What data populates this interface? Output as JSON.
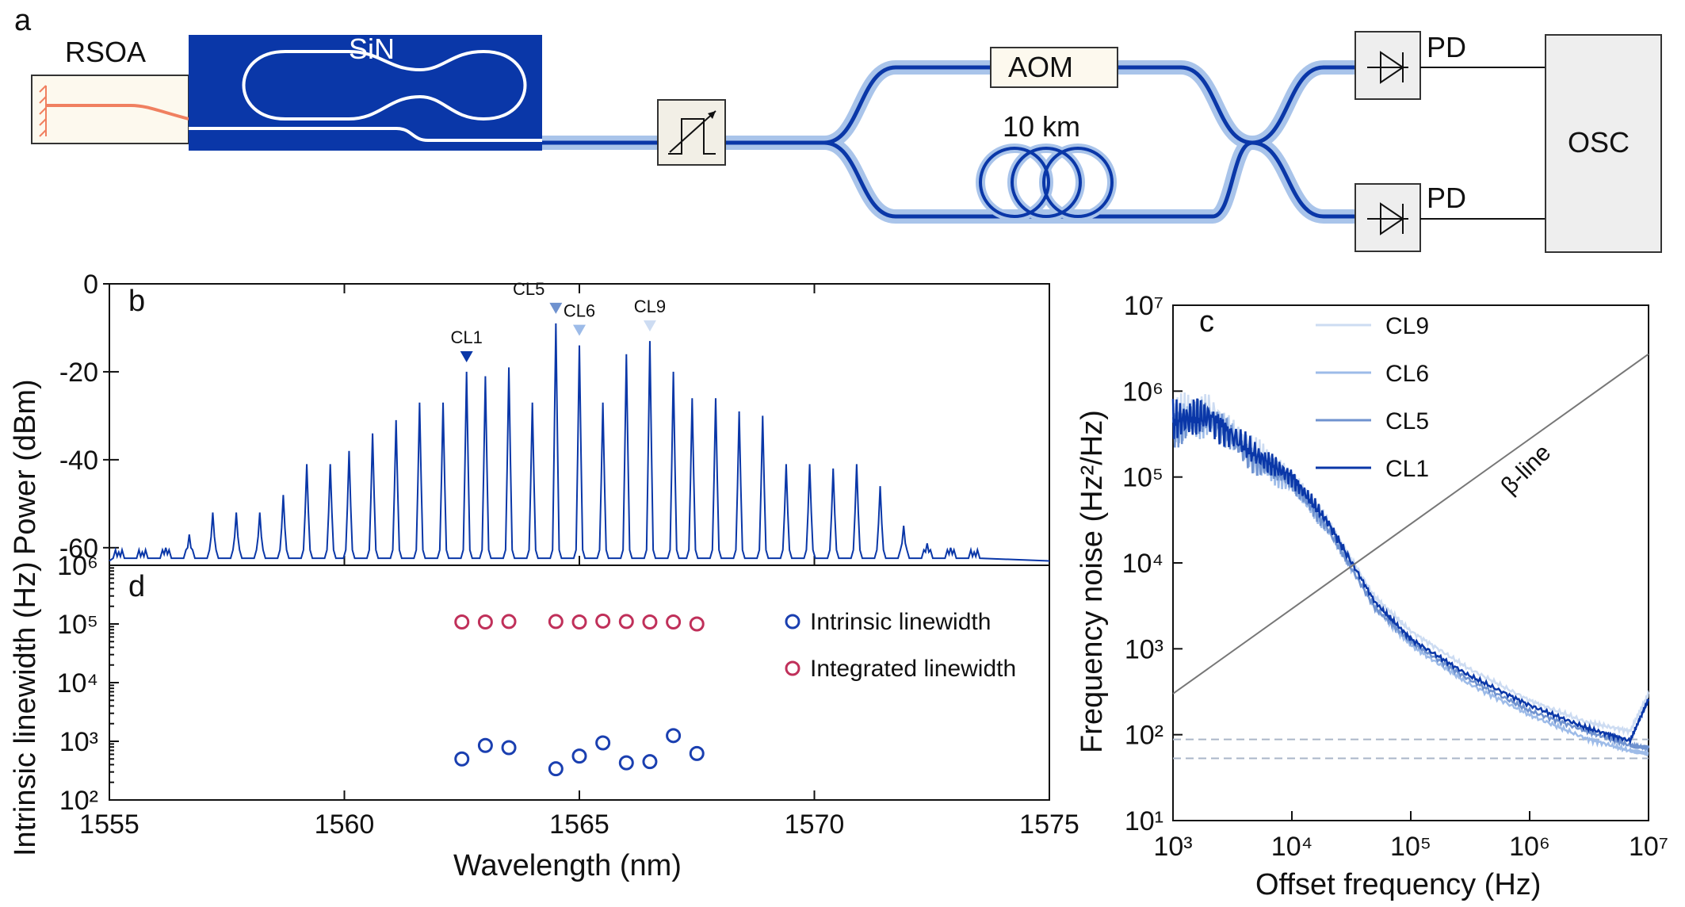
{
  "panel_labels": {
    "a": "a",
    "b": "b",
    "c": "c",
    "d": "d"
  },
  "schematic": {
    "rsoa": "RSOA",
    "sin": "SiN",
    "aom": "AOM",
    "fiber": "10 km",
    "pd_top": "PD",
    "pd_bottom": "PD",
    "osc": "OSC",
    "colors": {
      "chip_blue": "#0a37a8",
      "fiber_core": "#0a37a8",
      "fiber_clad": "#a9c4ea",
      "rsoa_waveguide": "#f08060",
      "box_fill": "#eeeeee"
    }
  },
  "chart_data": [
    {
      "id": "b",
      "type": "line",
      "title": "",
      "xlabel": "",
      "ylabel": "Power (dBm)",
      "xlim": [
        1555,
        1575
      ],
      "ylim": [
        -64,
        0
      ],
      "xticks": [
        1555,
        1560,
        1565,
        1570,
        1575
      ],
      "yticks": [
        0,
        -20,
        -40,
        -60
      ],
      "ytick_labels": [
        "0",
        "-20",
        "-40",
        "-60"
      ],
      "noise_floor_dbm": -63,
      "series": [
        {
          "color": "#0a37a8",
          "peaks_nm": [
            1555.2,
            1555.7,
            1556.2,
            1556.7,
            1557.2,
            1557.7,
            1558.2,
            1558.7,
            1559.2,
            1559.7,
            1560.1,
            1560.6,
            1561.1,
            1561.6,
            1562.1,
            1562.6,
            1563.0,
            1563.5,
            1564.0,
            1564.5,
            1565.0,
            1565.5,
            1566.0,
            1566.5,
            1567.0,
            1567.4,
            1567.9,
            1568.4,
            1568.9,
            1569.4,
            1569.9,
            1570.4,
            1570.9,
            1571.4,
            1571.9,
            1572.4,
            1572.9,
            1573.4
          ],
          "peaks_dbm": [
            -61,
            -61,
            -60,
            -57,
            -52,
            -52,
            -52,
            -48,
            -41,
            -41,
            -38,
            -34,
            -31,
            -27,
            -27,
            -20,
            -21,
            -19,
            -27,
            -9,
            -14,
            -27,
            -16,
            -13,
            -20,
            -26,
            -26,
            -29,
            -30,
            -41,
            -41,
            -42,
            -41,
            -46,
            -55,
            -59,
            -60,
            -61
          ]
        }
      ],
      "annotations": [
        {
          "text": "CL1",
          "x": 1562.6,
          "y": -20,
          "color": "#0a37a8"
        },
        {
          "text": "CL5",
          "x": 1564.5,
          "y": -9,
          "color": "#6f92cf"
        },
        {
          "text": "CL6",
          "x": 1565.0,
          "y": -14,
          "color": "#9dbbe8"
        },
        {
          "text": "CL9",
          "x": 1566.5,
          "y": -13,
          "color": "#cddcf2"
        }
      ]
    },
    {
      "id": "d",
      "type": "scatter",
      "title": "",
      "xlabel": "Wavelength (nm)",
      "ylabel": "Intrinsic linewidth (Hz)",
      "xlim": [
        1555,
        1575
      ],
      "ylim": [
        100,
        1000000
      ],
      "yscale": "log",
      "xticks": [
        1555,
        1560,
        1565,
        1570,
        1575
      ],
      "yticks": [
        100,
        1000,
        10000,
        100000,
        1000000
      ],
      "ytick_labels": [
        "10²",
        "10³",
        "10⁴",
        "10⁵",
        "10⁶"
      ],
      "legend_position": "right",
      "series": [
        {
          "name": "Intrinsic linewidth",
          "color": "#1a3fb0",
          "x": [
            1562.5,
            1563.0,
            1563.5,
            1564.5,
            1565.0,
            1565.5,
            1566.0,
            1566.5,
            1567.0,
            1567.5
          ],
          "y": [
            500,
            850,
            780,
            340,
            560,
            940,
            430,
            450,
            1250,
            620
          ]
        },
        {
          "name": "Integrated linewidth",
          "color": "#c0305a",
          "x": [
            1562.5,
            1563.0,
            1563.5,
            1564.5,
            1565.0,
            1565.5,
            1566.0,
            1566.5,
            1567.0,
            1567.5
          ],
          "y": [
            108000,
            108000,
            110000,
            110000,
            108000,
            112000,
            110000,
            108000,
            108000,
            100000
          ]
        }
      ]
    },
    {
      "id": "c",
      "type": "line",
      "title": "",
      "xlabel": "Offset frequency (Hz)",
      "ylabel": "Frequency noise (Hz²/Hz)",
      "xscale": "log",
      "yscale": "log",
      "xlim": [
        1000,
        10000000
      ],
      "ylim": [
        10,
        10000000
      ],
      "xticks": [
        1000,
        10000,
        100000,
        1000000,
        10000000
      ],
      "xtick_labels": [
        "10³",
        "10⁴",
        "10⁵",
        "10⁶",
        "10⁷"
      ],
      "yticks": [
        10,
        100,
        1000,
        10000,
        100000,
        1000000,
        10000000
      ],
      "ytick_labels": [
        "10¹",
        "10²",
        "10³",
        "10⁴",
        "10⁵",
        "10⁶",
        "10⁷"
      ],
      "legend_position": "top",
      "series": [
        {
          "name": "CL9",
          "color": "#cddcf2",
          "x": [
            1000,
            2000,
            5000,
            10000,
            20000,
            50000,
            100000,
            300000,
            1000000,
            3000000,
            7000000,
            10000000
          ],
          "y": [
            500000,
            600000,
            200000,
            100000,
            30000,
            4000,
            1600,
            600,
            250,
            140,
            110,
            300
          ]
        },
        {
          "name": "CL6",
          "color": "#9dbbe8",
          "x": [
            1000,
            2000,
            5000,
            10000,
            20000,
            50000,
            100000,
            300000,
            1000000,
            3000000,
            7000000,
            10000000
          ],
          "y": [
            400000,
            500000,
            150000,
            80000,
            25000,
            3000,
            1100,
            400,
            170,
            90,
            65,
            60
          ]
        },
        {
          "name": "CL5",
          "color": "#6f92cf",
          "x": [
            1000,
            2000,
            5000,
            10000,
            20000,
            50000,
            100000,
            300000,
            1000000,
            3000000,
            7000000,
            10000000
          ],
          "y": [
            400000,
            500000,
            150000,
            90000,
            25000,
            3000,
            1200,
            450,
            190,
            110,
            75,
            70
          ]
        },
        {
          "name": "CL1",
          "color": "#0a37a8",
          "x": [
            1000,
            2000,
            5000,
            10000,
            20000,
            50000,
            100000,
            300000,
            1000000,
            3000000,
            7000000,
            10000000
          ],
          "y": [
            450000,
            500000,
            180000,
            100000,
            30000,
            3500,
            1300,
            500,
            220,
            120,
            85,
            260
          ]
        },
        {
          "name": "β-line",
          "color": "#777777",
          "x": [
            1000,
            10000000
          ],
          "y": [
            300,
            2700000
          ]
        }
      ],
      "reference_levels": [
        88,
        53
      ]
    }
  ]
}
